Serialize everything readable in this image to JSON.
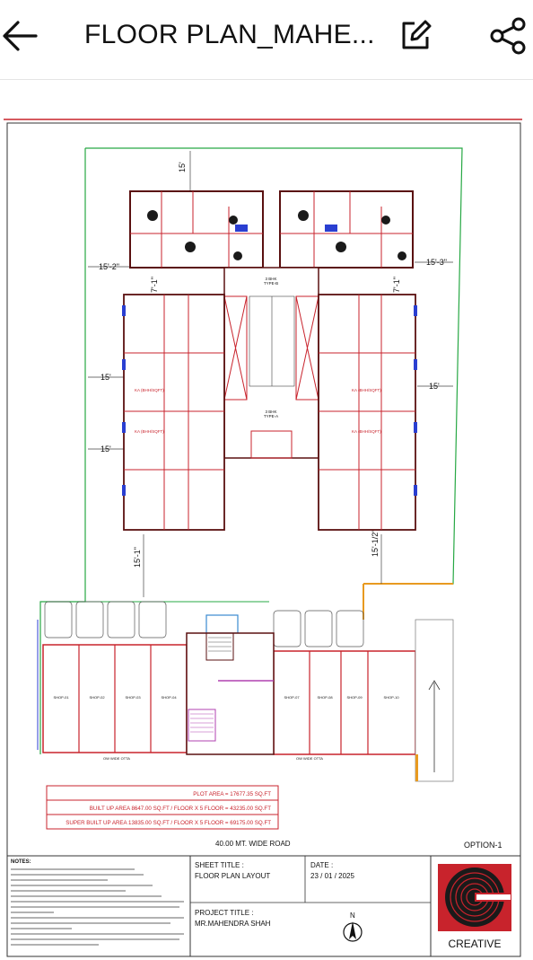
{
  "header": {
    "title": "FLOOR PLAN_MAHE...",
    "back_icon": "arrow-left-icon",
    "edit_icon": "edit-icon",
    "share_icon": "share-icon"
  },
  "drawing": {
    "dims": {
      "top": "15'",
      "left_top": "15'-2\"",
      "right_top": "15'-3\"",
      "left_a": "7'-1\"",
      "right_a": "7'-1\"",
      "left_mid": "15'",
      "left_mid2": "15'",
      "right_mid": "15'",
      "left_bottom": "15'-1\"",
      "right_bottom": "15'-1/2\""
    },
    "type_b": "3 BHK\nTYPE-B",
    "type_a": "3 BHK\nTYPE-A",
    "shops": [
      "SHOP-01",
      "SHOP-02",
      "SHOP-03",
      "SHOP-04",
      "SHOP-07",
      "SHOP-08",
      "SHOP-09",
      "SHOP-10"
    ],
    "otta_left": "OW WIDE OTTA",
    "otta_right": "OW WIDE OTTA",
    "areas": [
      "PLOT AREA = 17677.35 SQ.FT",
      "BUILT UP AREA 8647.00 SQ.FT / FLOOR X 5 FLOOR = 43235.00 SQ.FT",
      "SUPER BUILT UP AREA 13835.00 SQ.FT / FLOOR X 5 FLOOR = 69175.00 SQ.FT"
    ],
    "road": "40.00 MT. WIDE ROAD",
    "option": "OPTION-1"
  },
  "title_block": {
    "notes_heading": "NOTES:",
    "sheet_label": "SHEET TITLE :",
    "sheet_value": "FLOOR PLAN LAYOUT",
    "date_label": "DATE :",
    "date_value": "23 / 01 / 2025",
    "project_label": "PROJECT TITLE :",
    "project_value": "MR.MAHENDRA SHAH",
    "north": "N",
    "brand": "CREATIVE"
  },
  "colors": {
    "red": "#c8232c",
    "green": "#27a844",
    "blue": "#2a3fd1",
    "dark": "#5a1010"
  }
}
